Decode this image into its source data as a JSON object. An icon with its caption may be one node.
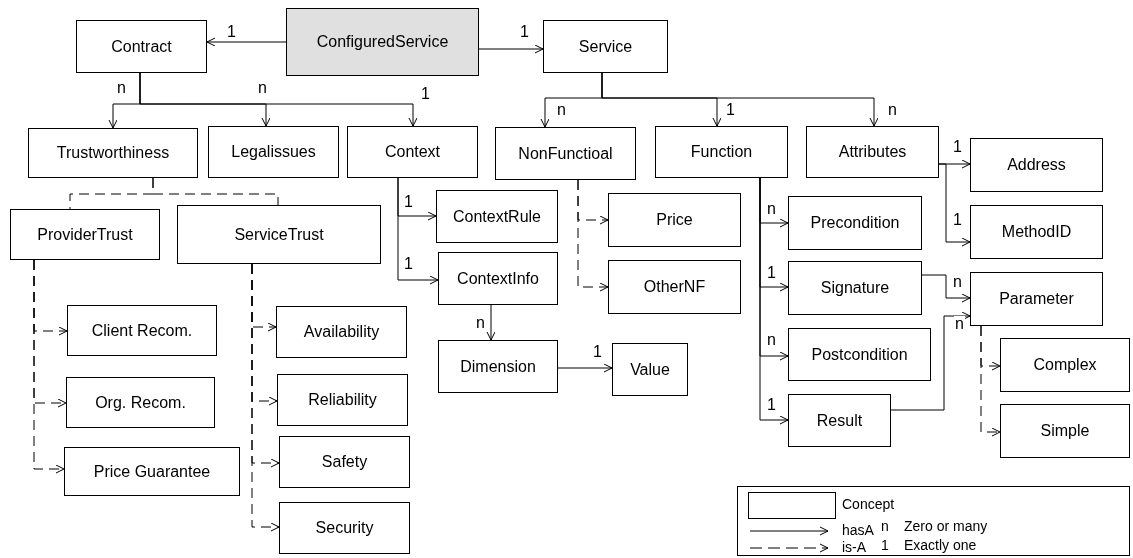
{
  "diagram": {
    "nodes": [
      {
        "text": [
          "Contract"
        ]
      },
      {
        "text": [
          "ConfiguredService"
        ]
      },
      {
        "text": [
          "Service"
        ]
      },
      {
        "text": [
          "Trustworthiness"
        ]
      },
      {
        "text": [
          "Legalissues"
        ]
      },
      {
        "text": [
          "Context"
        ]
      },
      {
        "text": [
          "NonFunctioal"
        ]
      },
      {
        "text": [
          "Function"
        ]
      },
      {
        "text": [
          "Attributes"
        ]
      },
      {
        "text": [
          "ProviderTrust"
        ]
      },
      {
        "text": [
          "ServiceTrust"
        ]
      },
      {
        "text": [
          "ContextRule"
        ]
      },
      {
        "text": [
          "ContextInfo"
        ]
      },
      {
        "text": [
          "Price"
        ]
      },
      {
        "text": [
          "OtherNF"
        ]
      },
      {
        "text": [
          "Precondition"
        ]
      },
      {
        "text": [
          "Signature"
        ]
      },
      {
        "text": [
          "Postcondition"
        ]
      },
      {
        "text": [
          "Result"
        ]
      },
      {
        "text": [
          "Address"
        ]
      },
      {
        "text": [
          "MethodID"
        ]
      },
      {
        "text": [
          "Parameter"
        ]
      },
      {
        "text": [
          "Complex"
        ]
      },
      {
        "text": [
          "Simple"
        ]
      },
      {
        "text": [
          "Client Recom."
        ]
      },
      {
        "text": [
          "Org. Recom."
        ]
      },
      {
        "text": [
          "Price Guarantee"
        ]
      },
      {
        "text": [
          "Availability"
        ]
      },
      {
        "text": [
          "Reliability"
        ]
      },
      {
        "text": [
          "Safety"
        ]
      },
      {
        "text": [
          "Security"
        ]
      },
      {
        "text": [
          "Dimension"
        ]
      },
      {
        "text": [
          "Value"
        ]
      }
    ],
    "edges": [
      {
        "from": 1,
        "to": 0,
        "arrow": "to",
        "label": "1"
      },
      {
        "from": 1,
        "to": 2,
        "arrow": "to",
        "label": "1"
      },
      {
        "from": 0,
        "to": 3,
        "arrow": "to",
        "label": "n"
      },
      {
        "from": 0,
        "to": 4,
        "arrow": "to",
        "label": "n"
      },
      {
        "from": 0,
        "to": 5,
        "arrow": "to",
        "label": "1"
      },
      {
        "from": 2,
        "to": 6,
        "arrow": "to",
        "label": "n"
      },
      {
        "from": 2,
        "to": 7,
        "arrow": "to",
        "label": "1"
      },
      {
        "from": 2,
        "to": 8,
        "arrow": "to",
        "label": "n"
      },
      {
        "from": 3,
        "to": 9,
        "arrow": "none",
        "style": "dashed"
      },
      {
        "from": 3,
        "to": 10,
        "arrow": "none",
        "style": "dashed"
      },
      {
        "from": 9,
        "to": 24,
        "arrow": "to",
        "style": "dashed"
      },
      {
        "from": 9,
        "to": 25,
        "arrow": "to",
        "style": "dashed"
      },
      {
        "from": 9,
        "to": 26,
        "arrow": "to",
        "style": "dashed"
      },
      {
        "from": 10,
        "to": 27,
        "arrow": "to",
        "style": "dashed"
      },
      {
        "from": 10,
        "to": 28,
        "arrow": "to",
        "style": "dashed"
      },
      {
        "from": 10,
        "to": 29,
        "arrow": "to",
        "style": "dashed"
      },
      {
        "from": 10,
        "to": 30,
        "arrow": "to",
        "style": "dashed"
      },
      {
        "from": 5,
        "to": 11,
        "arrow": "to",
        "label": "1"
      },
      {
        "from": 5,
        "to": 12,
        "arrow": "to",
        "label": "1"
      },
      {
        "from": 12,
        "to": 31,
        "arrow": "to",
        "label": "n"
      },
      {
        "from": 31,
        "to": 32,
        "arrow": "to",
        "label": "1"
      },
      {
        "from": 6,
        "to": 13,
        "arrow": "to",
        "style": "dashed"
      },
      {
        "from": 6,
        "to": 14,
        "arrow": "to",
        "style": "dashed"
      },
      {
        "from": 7,
        "to": 15,
        "arrow": "to",
        "label": "n"
      },
      {
        "from": 7,
        "to": 16,
        "arrow": "to",
        "label": "1"
      },
      {
        "from": 7,
        "to": 17,
        "arrow": "to",
        "label": "n"
      },
      {
        "from": 7,
        "to": 18,
        "arrow": "to",
        "label": "1"
      },
      {
        "from": 8,
        "to": 19,
        "arrow": "to",
        "label": "1"
      },
      {
        "from": 8,
        "to": 20,
        "arrow": "to",
        "label": "1"
      },
      {
        "from": 16,
        "to": 21,
        "arrow": "to",
        "label": "n"
      },
      {
        "from": 18,
        "to": 21,
        "arrow": "to",
        "label": "n"
      },
      {
        "from": 21,
        "to": 22,
        "arrow": "to",
        "style": "dashed"
      },
      {
        "from": 21,
        "to": 23,
        "arrow": "to",
        "style": "dashed"
      }
    ],
    "labels": [
      "n",
      "Zero or many",
      "1",
      "Exactly one"
    ],
    "legend": [
      {
        "text": "Concept"
      },
      {
        "text": "hasA"
      },
      {
        "text": "is-A"
      }
    ]
  }
}
